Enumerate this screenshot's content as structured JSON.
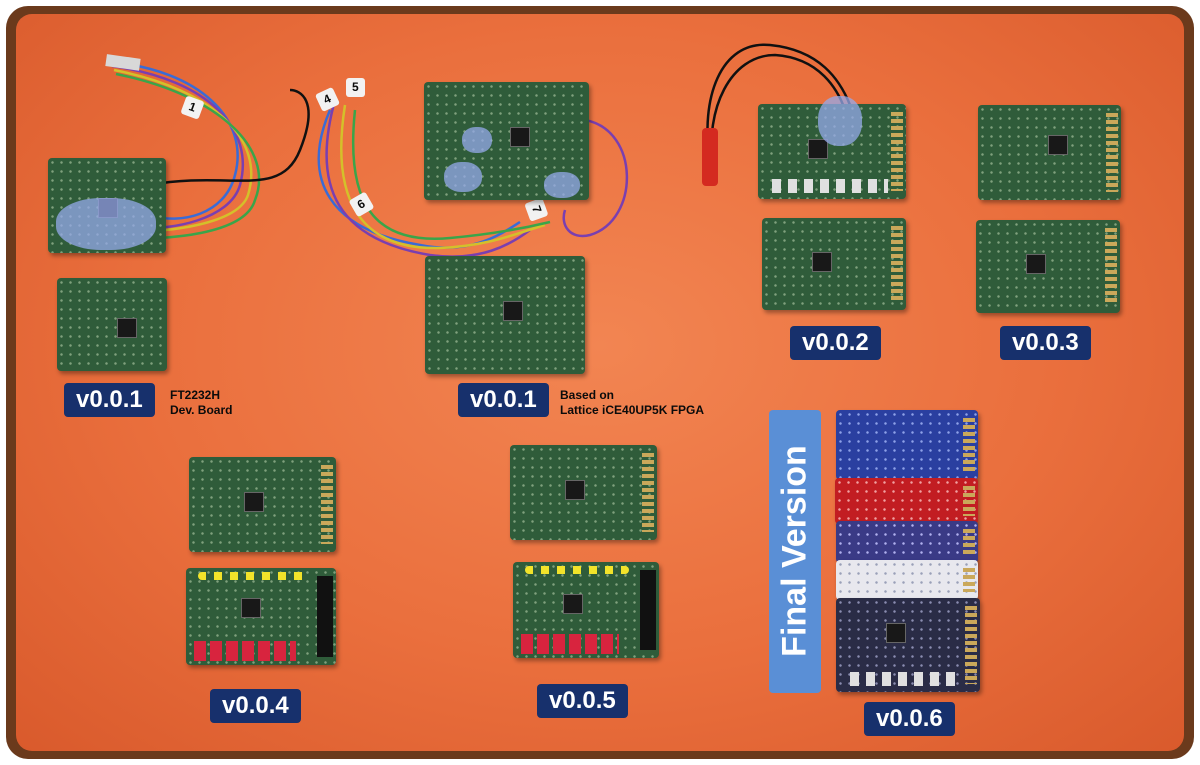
{
  "labels": {
    "v001_a": "v0.0.1",
    "v001_a_note": [
      "FT2232H",
      "Dev. Board"
    ],
    "v001_b": "v0.0.1",
    "v001_b_note": [
      "Based on",
      "Lattice iCE40UP5K FPGA"
    ],
    "v002": "v0.0.2",
    "v003": "v0.0.3",
    "v004": "v0.0.4",
    "v005": "v0.0.5",
    "v006": "v0.0.6",
    "final": "Final Version"
  },
  "wire_tags": [
    "1",
    "4",
    "5",
    "6",
    "7"
  ],
  "colors": {
    "mat": "#ea6f3d",
    "label_bg": "#17306c",
    "final_bg": "#5a8fd6",
    "pcb_green": "#2f5c3a",
    "pcb_blue": "#2a3fa0",
    "pcb_red": "#c21d22",
    "pcb_purple": "#3a3a86",
    "pcb_white": "#e8e8ee",
    "pcb_dark": "#2a2c46"
  }
}
